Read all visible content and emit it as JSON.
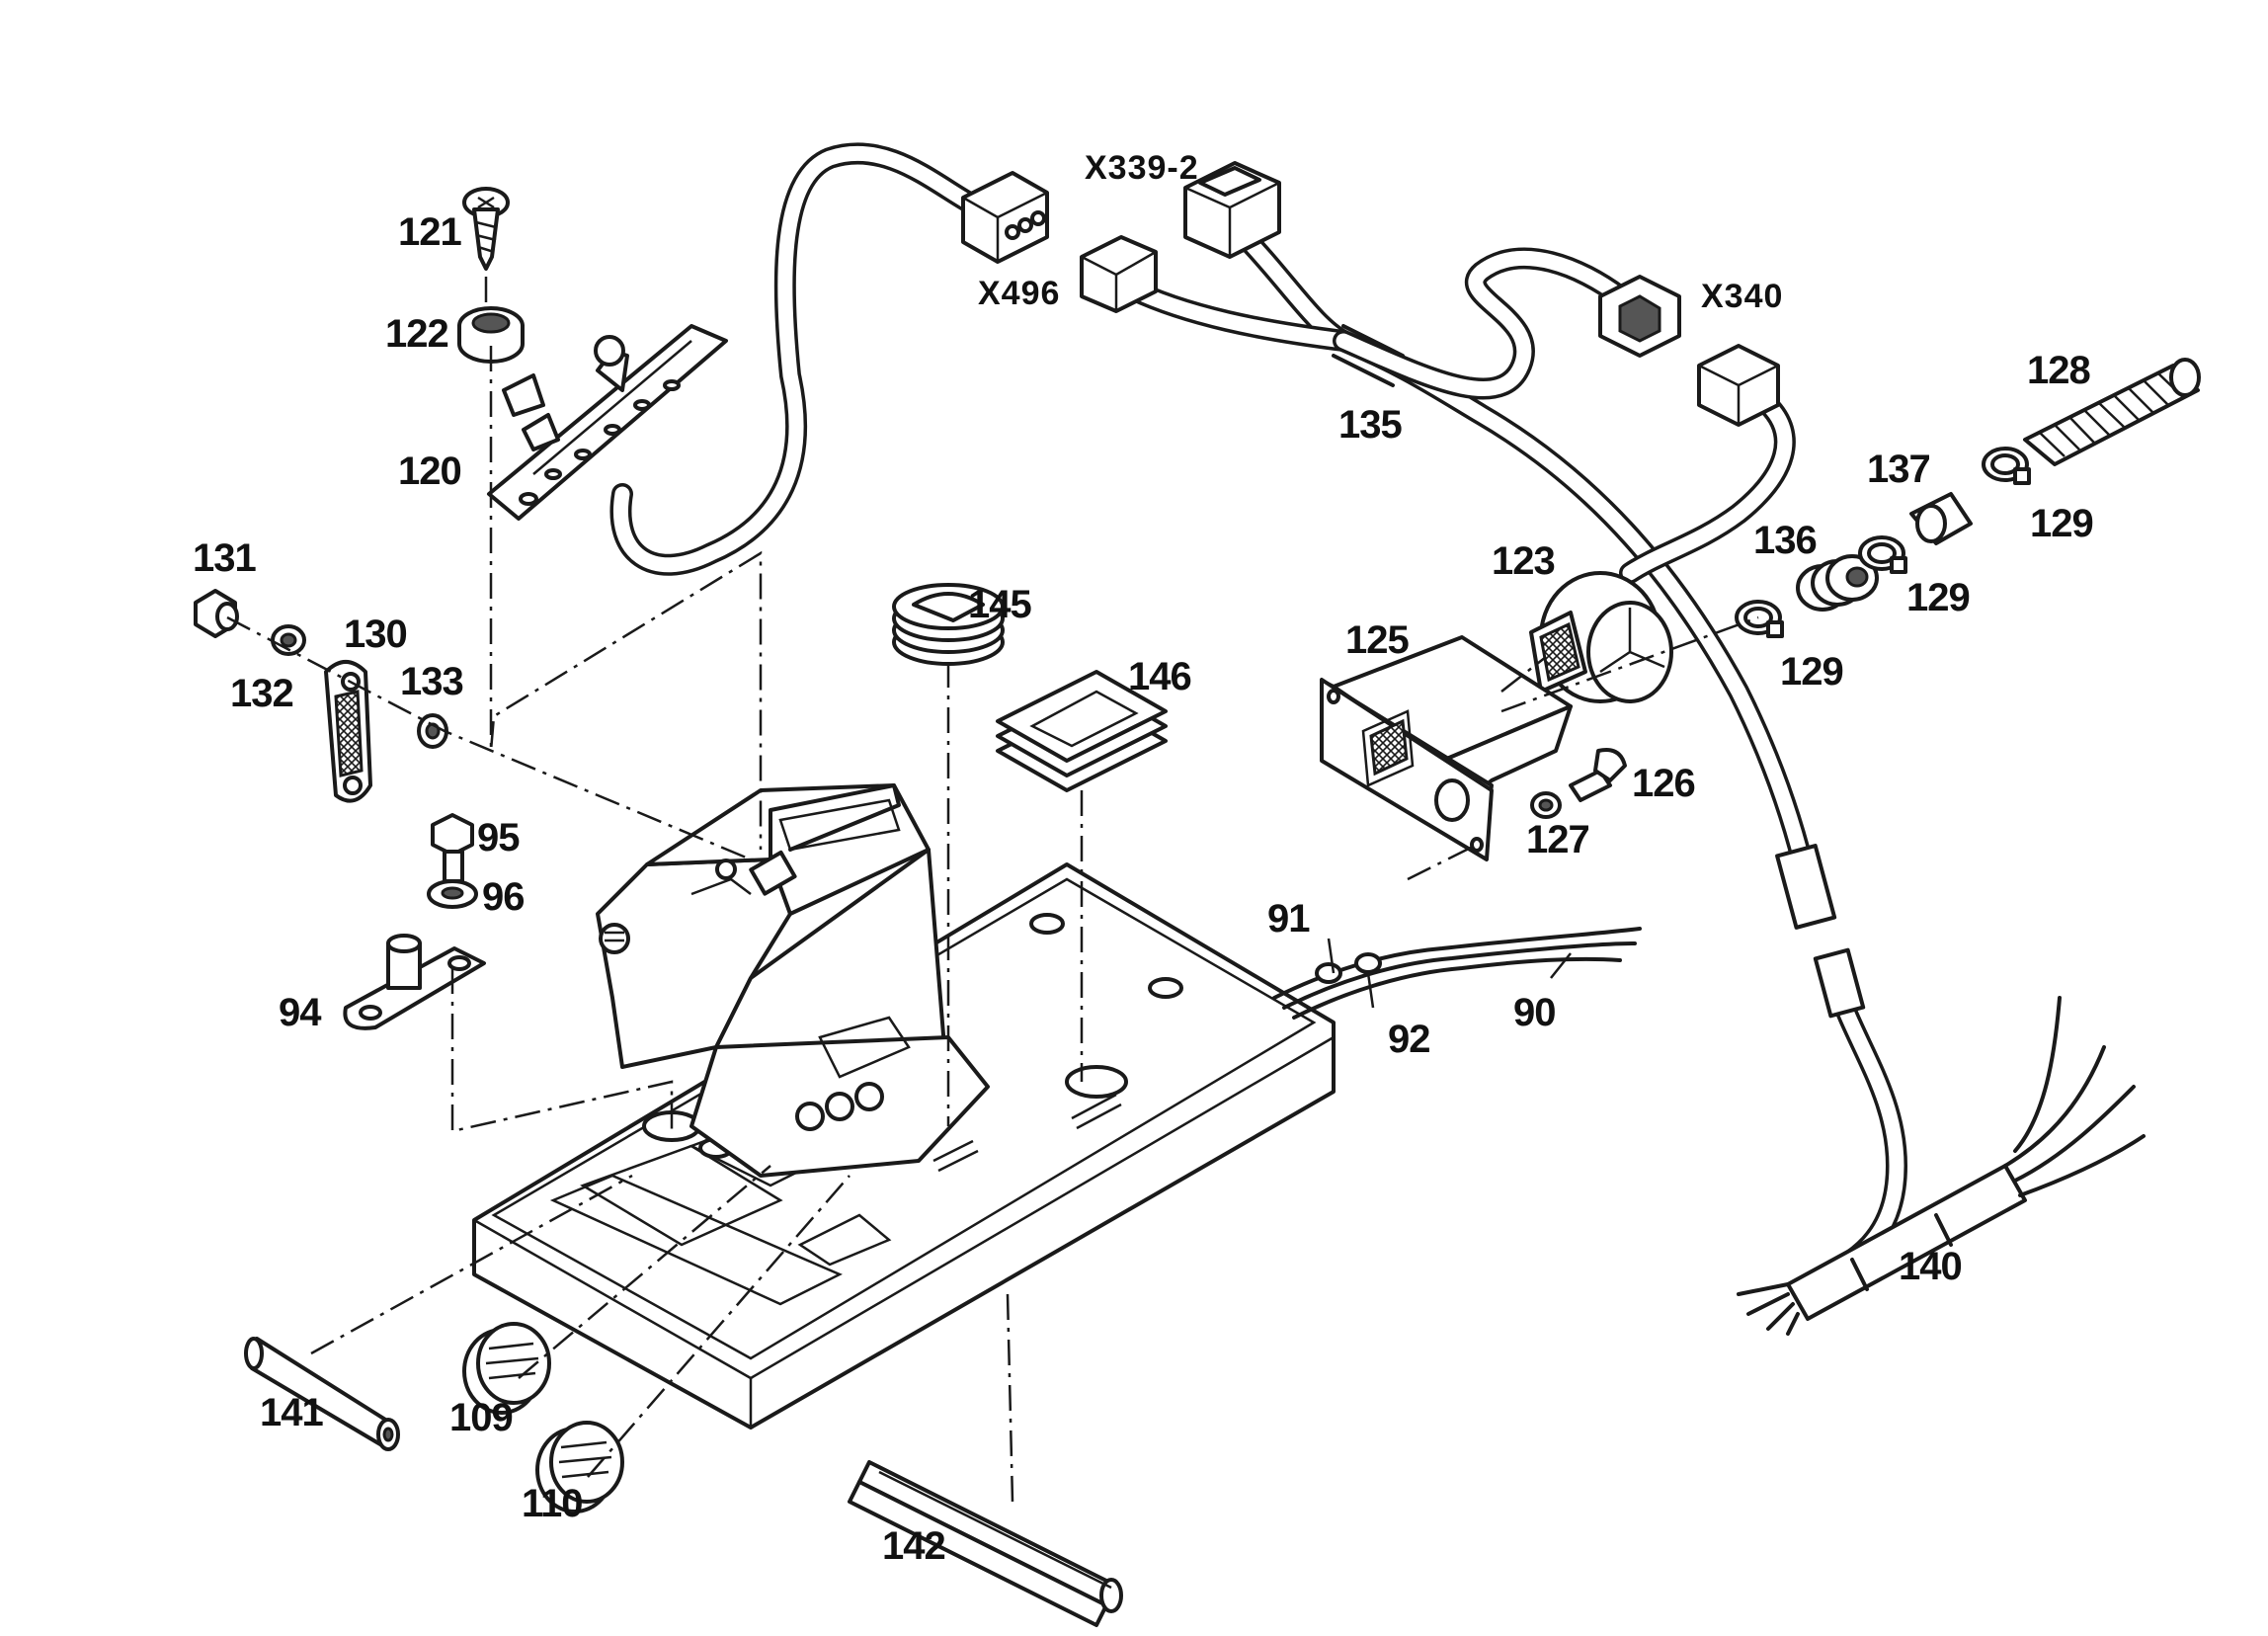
{
  "diagram": {
    "part_labels": [
      {
        "id": "p121",
        "text": "121"
      },
      {
        "id": "p122",
        "text": "122"
      },
      {
        "id": "p120",
        "text": "120"
      },
      {
        "id": "p131",
        "text": "131"
      },
      {
        "id": "p132",
        "text": "132"
      },
      {
        "id": "p130",
        "text": "130"
      },
      {
        "id": "p133",
        "text": "133"
      },
      {
        "id": "p95",
        "text": "95"
      },
      {
        "id": "p96",
        "text": "96"
      },
      {
        "id": "p94",
        "text": "94"
      },
      {
        "id": "p145",
        "text": "145"
      },
      {
        "id": "p146",
        "text": "146"
      },
      {
        "id": "p135",
        "text": "135"
      },
      {
        "id": "p123",
        "text": "123"
      },
      {
        "id": "p125",
        "text": "125"
      },
      {
        "id": "p126",
        "text": "126"
      },
      {
        "id": "p127",
        "text": "127"
      },
      {
        "id": "p136",
        "text": "136"
      },
      {
        "id": "p137",
        "text": "137"
      },
      {
        "id": "p128",
        "text": "128"
      },
      {
        "id": "p129a",
        "text": "129"
      },
      {
        "id": "p129b",
        "text": "129"
      },
      {
        "id": "p129c",
        "text": "129"
      },
      {
        "id": "p91",
        "text": "91"
      },
      {
        "id": "p92",
        "text": "92"
      },
      {
        "id": "p90",
        "text": "90"
      },
      {
        "id": "p140",
        "text": "140"
      },
      {
        "id": "p141",
        "text": "141"
      },
      {
        "id": "p109",
        "text": "109"
      },
      {
        "id": "p110",
        "text": "110"
      },
      {
        "id": "p142",
        "text": "142"
      }
    ],
    "connector_labels": [
      {
        "id": "x339",
        "text": "X339-2"
      },
      {
        "id": "x496",
        "text": "X496"
      },
      {
        "id": "x340",
        "text": "X340"
      }
    ]
  }
}
